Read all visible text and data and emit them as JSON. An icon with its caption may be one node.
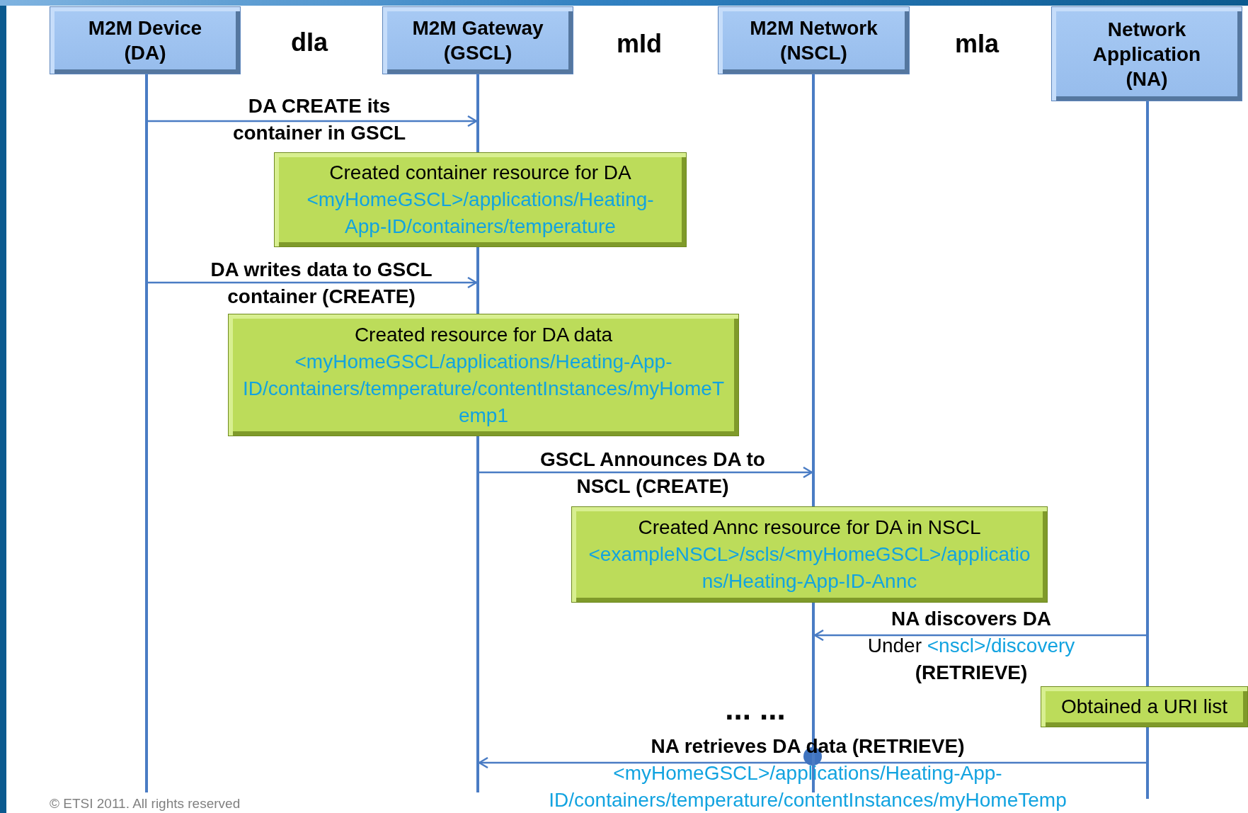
{
  "diagram": {
    "nodes": [
      {
        "text": [
          "M2M Device (DA)"
        ]
      },
      {
        "text": [
          "M2M Gateway (GSCL)"
        ]
      },
      {
        "text": [
          "M2M Network (NSCL)"
        ]
      },
      {
        "text": [
          "Network Application (NA)"
        ]
      },
      {
        "text": [],
        "shape": "bar"
      },
      {
        "text": [],
        "shape": "bar"
      },
      {
        "text": [],
        "shape": "bar"
      },
      {
        "text": [],
        "shape": "bar"
      },
      {
        "text": [
          "Created container resource for DA",
          "<myHomeGSCL>/applications/Heating-App-ID/containers/temperature"
        ]
      },
      {
        "text": [
          "Created resource for DA data",
          "<myHomeGSCL/applications/Heating-App-ID/containers/temperature/contentInstances/myHomeTemp1"
        ]
      },
      {
        "text": [
          "Created Annc resource for DA in NSCL",
          "<exampleNSCL>/scls/<myHomeGSCL>/applications/Heating-App-ID-Annc"
        ]
      },
      {
        "text": [
          "Obtained a URI list"
        ]
      }
    ],
    "edges": [
      {
        "from": 4,
        "to": 5,
        "arrow": "to",
        "label": "DA CREATE its container in GSCL"
      },
      {
        "from": 4,
        "to": 5,
        "arrow": "to",
        "label": "DA writes data to GSCL container (CREATE)"
      },
      {
        "from": 5,
        "to": 6,
        "arrow": "to",
        "label": "GSCL Announces DA to NSCL (CREATE)"
      },
      {
        "from": 7,
        "to": 6,
        "arrow": "to",
        "label": "**NA discovers DA** Under *<nscl>/discovery* **(RETRIEVE)**"
      },
      {
        "from": 7,
        "to": 5,
        "arrow": "to",
        "label": "**NA retrieves DA data (RETRIEVE)** *<myHomeGSCL>/applications/Heating-App-ID/containers/temperature/contentInstances/myHomeTemp*"
      }
    ],
    "labels": [
      "dIa",
      "mId",
      "mIa",
      "... ...",
      "© ETSI 2011. All rights reserved"
    ]
  }
}
